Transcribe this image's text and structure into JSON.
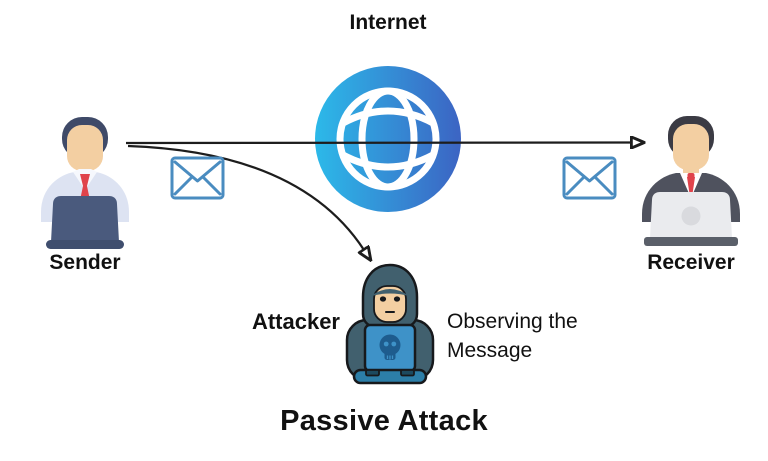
{
  "title": "Passive Attack",
  "nodes": {
    "internet": {
      "label": "Internet"
    },
    "sender": {
      "label": "Sender"
    },
    "receiver": {
      "label": "Receiver"
    },
    "attacker": {
      "label": "Attacker"
    },
    "observation": {
      "line1": "Observing the",
      "line2": "Message"
    }
  },
  "icons": [
    "globe-icon",
    "envelope-left-icon",
    "envelope-right-icon",
    "sender-avatar",
    "receiver-avatar",
    "attacker-avatar",
    "skull-icon",
    "sender-to-receiver-arrow",
    "interception-arrow"
  ],
  "colors": {
    "text": "#111111",
    "arrow": "#1d1d1d",
    "globe-start": "#2cb9e9",
    "globe-end": "#3c64c3",
    "globe-lines": "#ffffff",
    "envelope-stroke": "#4a8cc0",
    "envelope-fill": "#ffffff",
    "skin": "#f3cfa2",
    "tie": "#e0434b",
    "sender-hair": "#3f4a68",
    "sender-shirt": "#dde3f2",
    "sender-laptop": "#4a5a7d",
    "sender-laptop-base": "#3f4e6e",
    "receiver-hair": "#3b3b44",
    "receiver-suit": "#4f525e",
    "receiver-laptop": "#eaebee",
    "receiver-laptop-logo": "#d9dade",
    "receiver-laptop-base": "#5a5f69",
    "attacker-hood": "#41606e",
    "attacker-outline": "#17191c",
    "attacker-laptop": "#3e92c8",
    "attacker-laptop-base": "#2c7ea8",
    "attacker-hinge": "#1c4a60",
    "skull": "#1e5c8e"
  }
}
